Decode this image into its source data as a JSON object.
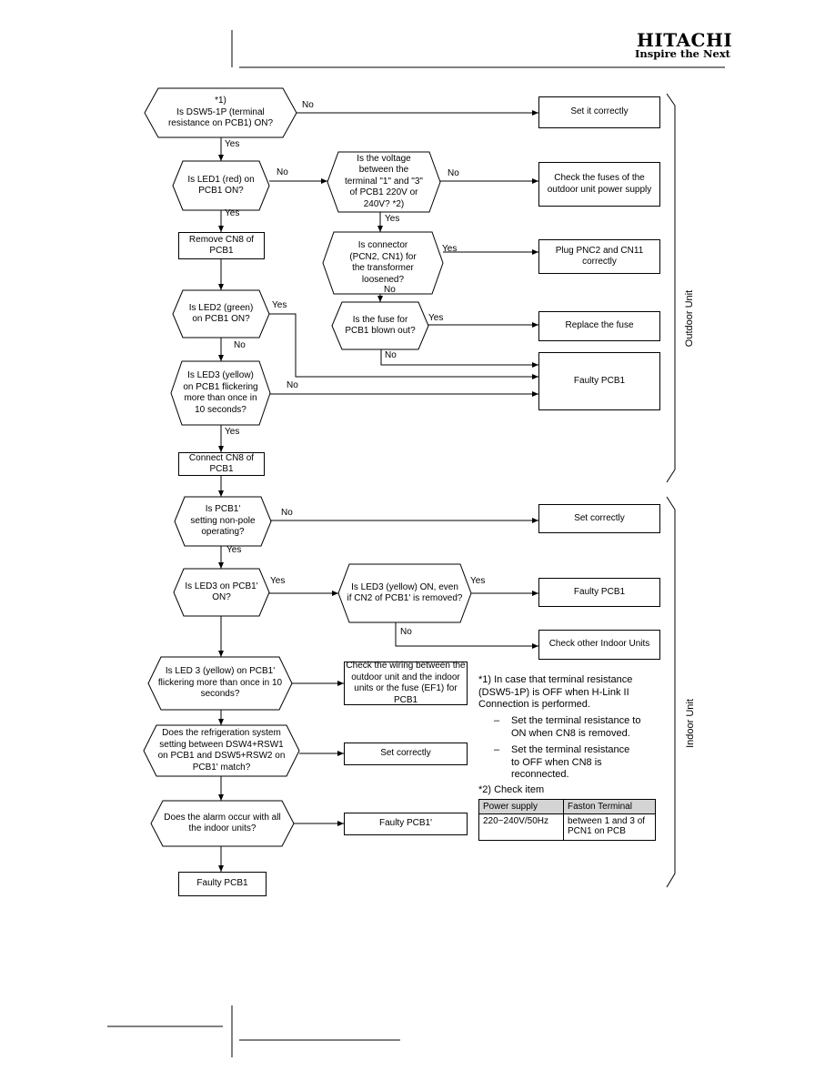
{
  "header": {
    "brand": "HITACHI",
    "tagline": "Inspire the Next"
  },
  "side_labels": {
    "outdoor": "Outdoor Unit",
    "indoor": "Indoor Unit"
  },
  "flow": {
    "q_dsw5": "*1)\nIs DSW5-1P (terminal\nresistance on PCB1) ON?",
    "r_set_it": "Set it correctly",
    "q_led1": "Is LED1 (red) on\nPCB1 ON?",
    "q_voltage": "Is the voltage\nbetween the\nterminal \"1\" and \"3\"\nof PCB1 220V or\n240V? *2)",
    "r_fuses": "Check the fuses of the\noutdoor unit power supply",
    "r_remove_cn8": "Remove CN8 of\nPCB1",
    "q_connector": "Is connector\n(PCN2, CN1) for\nthe transformer\nloosened?",
    "r_plug": "Plug PNC2 and CN11\ncorrectly",
    "q_led2": "Is LED2 (green)\non PCB1 ON?",
    "q_fuse": "Is the fuse for\nPCB1 blown out?",
    "r_replace": "Replace the fuse",
    "q_led3": "Is LED3 (yellow)\non PCB1 flickering\nmore than once in\n10 seconds?",
    "r_faulty1": "Faulty PCB1",
    "r_connect_cn8": "Connect CN8 of\nPCB1",
    "q_nonpole": "Is PCB1'\nsetting non-pole\noperating?",
    "r_set_correctly1": "Set correctly",
    "q_led3b": "Is LED3 on PCB1'\nON?",
    "q_led3c": "Is LED3 (yellow) ON, even\nif CN2 of PCB1' is removed?",
    "r_faulty2": "Faulty PCB1",
    "r_check_indoor": "Check other Indoor Units",
    "q_flicker": "Is LED 3 (yellow) on PCB1'\nflickering more than once in 10\nseconds?",
    "r_wiring": "Check the wiring between the\noutdoor unit and the indoor\nunits or the fuse (EF1) for\nPCB1",
    "q_refrig": "Does the refrigeration system\nsetting between DSW4+RSW1\non PCB1 and DSW5+RSW2 on\nPCB1' match?",
    "r_set_correctly2": "Set correctly",
    "q_alarm": "Does the alarm occur with all\nthe indoor units?",
    "r_faulty_prime": "Faulty PCB1'",
    "r_faulty_last": "Faulty PCB1"
  },
  "labels": {
    "yes": "Yes",
    "no": "No"
  },
  "notes": {
    "n1": "*1) In case that terminal resistance\n(DSW5-1P) is OFF when H-Link II\nConnection is performed.",
    "n1_b1": "Set the terminal resistance to\nON when CN8 is removed.",
    "n1_b2": "Set the terminal resistance\nto OFF when CN8 is\nreconnected.",
    "n2": "*2) Check item",
    "dash": "–"
  },
  "check_table": {
    "headers": [
      "Power supply",
      "Faston Terminal"
    ],
    "row": [
      "220~240V/50Hz",
      "between 1 and 3 of\nPCN1 on PCB"
    ]
  }
}
